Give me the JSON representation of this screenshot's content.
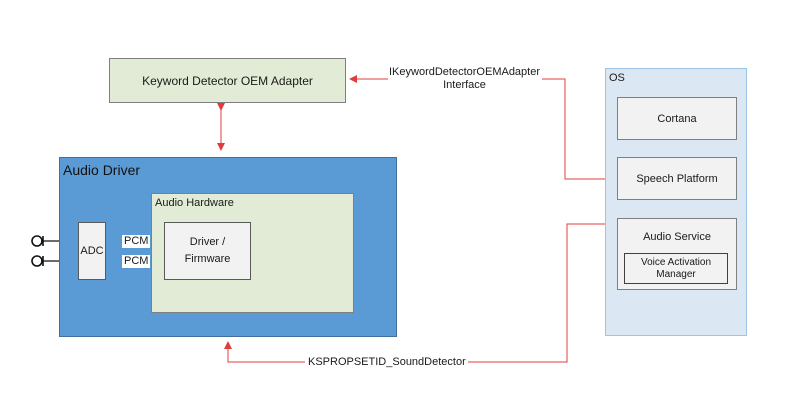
{
  "keyword_adapter": {
    "label": "Keyword Detector OEM Adapter"
  },
  "audio_driver": {
    "label": "Audio Driver"
  },
  "audio_hardware": {
    "label": "Audio Hardware"
  },
  "driver_firmware": {
    "line1": "Driver /",
    "line2": "Firmware"
  },
  "adc": {
    "label": "ADC"
  },
  "pcm": [
    "PCM",
    "PCM"
  ],
  "os": {
    "label": "OS",
    "cortana": "Cortana",
    "speech_platform": "Speech Platform",
    "audio_service": "Audio Service",
    "voice_activation_line1": "Voice Activation",
    "voice_activation_line2": "Manager"
  },
  "interface_label": {
    "line1": "IKeywordDetectorOEMAdapter",
    "line2": "Interface"
  },
  "property_label": "KSPROPSETID_SoundDetector",
  "colors": {
    "link_red": "#e03c3c",
    "pcm_arrow": "#2e75b6",
    "driver_blue": "#5b9bd5",
    "os_bg": "#dbe7f3",
    "adapter_green": "#e2ebd6"
  }
}
